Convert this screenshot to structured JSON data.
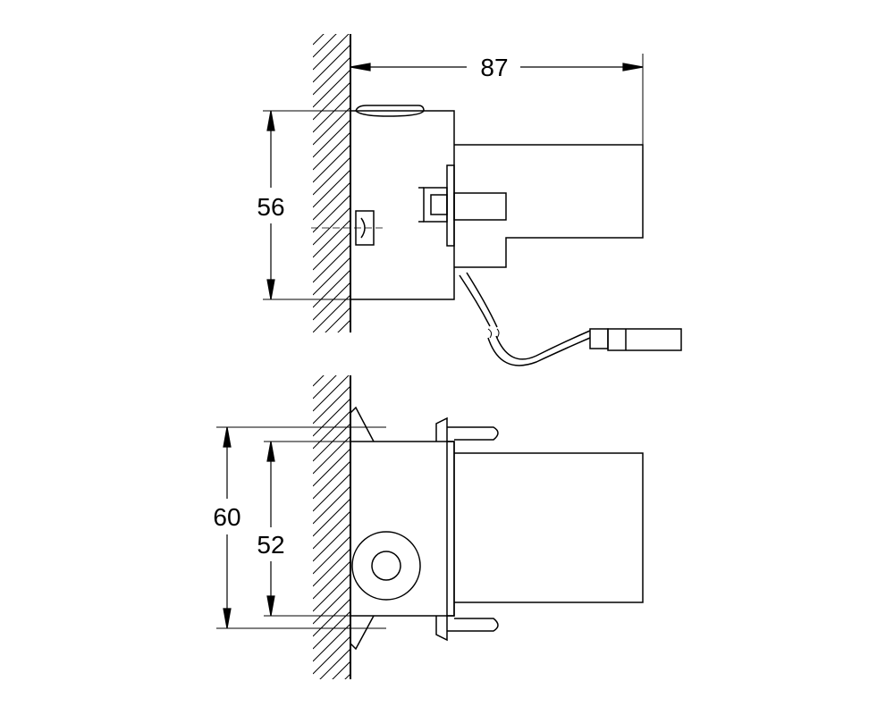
{
  "drawing": {
    "line_color": "#000000",
    "background": "#ffffff",
    "dimensions": {
      "side_width": "87",
      "side_height": "56",
      "top_outer": "60",
      "top_inner": "52"
    }
  }
}
